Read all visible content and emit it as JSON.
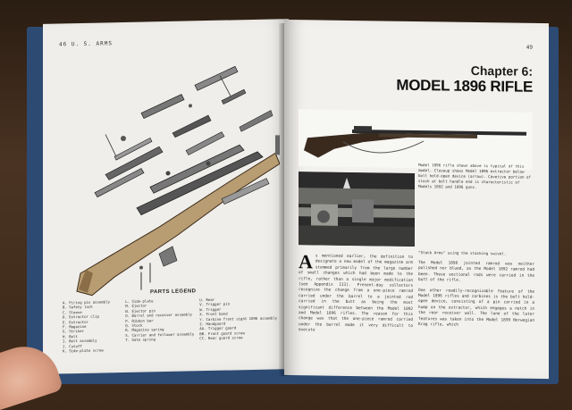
{
  "left_page": {
    "header": "46  U. S. ARMS",
    "legend_title": "PARTS LEGEND",
    "legend_columns": [
      [
        "A. Firing pin assembly",
        "B. Safety lock",
        "C. Sleeve",
        "D. Extractor clip",
        "E. Extractor",
        "F. Magazine",
        "G. Striker",
        "H. Bolt",
        "I. Bolt assembly",
        "J. Cutoff",
        "K. Side-plate screw"
      ],
      [
        "L. Side-plate",
        "M. Ejector",
        "N. Ejector pin",
        "O. Barrel and receiver assembly",
        "P. Ribbon bar",
        "Q. Stock",
        "R. Magazine spring",
        "S. Carrier and follower assembly",
        "T. Gate spring"
      ],
      [
        "U. Rear",
        "V. Trigger pin",
        "W. Trigger",
        "X. Front band",
        "Y. Carbine front sight 1896 assembly",
        "Z. Handguard",
        "AA. Trigger guard",
        "BB. Front guard screw",
        "CC. Rear guard screw"
      ]
    ]
  },
  "right_page": {
    "page_number": "49",
    "chapter": "Chapter 6:",
    "title": "MODEL 1896 RIFLE",
    "caption_top": "Model 1896 rifle shown above is typical of this model. Closeup shows Model 1896 extractor below bolt hold-open device (arrow). Cavetive portion of stock at bolt handle end is characteristic of Models 1892 and 1896 guns.",
    "caption_bottom": "\"Stack Arms\" using the stacking swivel.",
    "body_left_dropcap": "A",
    "body_left": "s mentioned earlier, the definition to designate a new model of the magazine arm stemmed primarily from the large number of small changes which had been made to the rifle, rather than a single major modification (see Appendix III). Present-day collectors recognize the change from a one-piece ramrod carried under the barrel to a jointed rod carried in the butt as being the most significant difference between the Model 1892 and Model 1896 rifles. The reason for this change was that the one-piece ramrod carried under the barrel made it very difficult to execute",
    "body_right": [
      "The Model 1896 jointed ramrod was neither polished nor blued, as the Model 1892 ramrod had been. These sectional rods were carried in the butt of the rifle.",
      "One other readily-recognizable feature of the Model 1896 rifles and carbines is the bolt hold-open device, consisting of a pin carried in a hump on the extractor, which engages a notch in the rear receiver wall. The lone of the later features was taken into the Model 1899 Norwegian Krag rifle, which"
    ]
  }
}
